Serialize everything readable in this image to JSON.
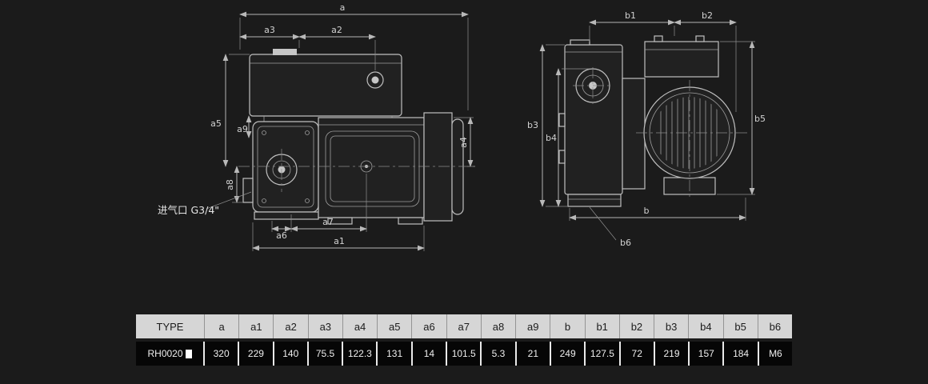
{
  "colors": {
    "background": "#1b1b1b",
    "line": "#bfbfbf",
    "dim_text": "#d2d2d2",
    "table_header_bg": "#d6d6d6",
    "table_header_text": "#1c1c1c",
    "table_row_bg": "#060606",
    "table_row_text": "#efefef"
  },
  "drawing": {
    "inlet_label": "进气口 G3/4\"",
    "side_view_dims": [
      "a",
      "a1",
      "a2",
      "a3",
      "a4",
      "a5",
      "a6",
      "a7",
      "a8",
      "a9"
    ],
    "front_view_dims": [
      "b",
      "b1",
      "b2",
      "b3",
      "b4",
      "b5",
      "b6"
    ]
  },
  "table": {
    "type_header": "TYPE",
    "model": "RH0020",
    "headers": [
      "a",
      "a1",
      "a2",
      "a3",
      "a4",
      "a5",
      "a6",
      "a7",
      "a8",
      "a9",
      "b",
      "b1",
      "b2",
      "b3",
      "b4",
      "b5",
      "b6"
    ],
    "values": [
      "320",
      "229",
      "140",
      "75.5",
      "122.3",
      "131",
      "14",
      "101.5",
      "5.3",
      "21",
      "249",
      "127.5",
      "72",
      "219",
      "157",
      "184",
      "M6"
    ]
  }
}
